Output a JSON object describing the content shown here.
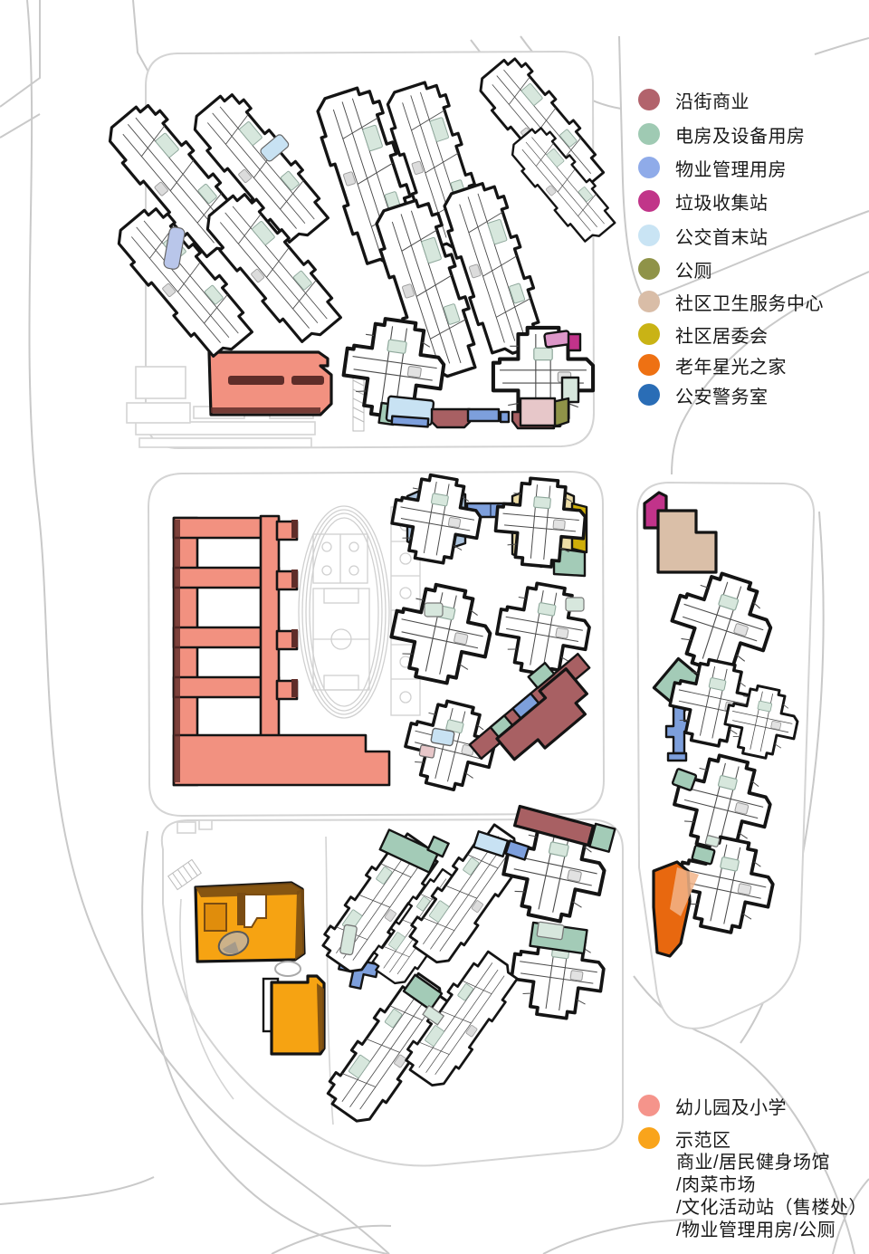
{
  "legend": {
    "items": [
      {
        "name": "street-retail",
        "label": "沿街商业",
        "color": "#b2636c"
      },
      {
        "name": "equipment-room",
        "label": "电房及设备用房",
        "color": "#9fcab3"
      },
      {
        "name": "property-mgmt",
        "label": "物业管理用房",
        "color": "#8fabe9"
      },
      {
        "name": "trash-station",
        "label": "垃圾收集站",
        "color": "#c13589"
      },
      {
        "name": "bus-terminus",
        "label": "公交首末站",
        "color": "#c9e4f4"
      },
      {
        "name": "public-toilet",
        "label": "公厕",
        "color": "#8f9348"
      },
      {
        "name": "health-center",
        "label": "社区卫生服务中心",
        "color": "#d9bda7"
      },
      {
        "name": "residents-committee",
        "label": "社区居委会",
        "color": "#c9b315"
      },
      {
        "name": "elder-home",
        "label": "老年星光之家",
        "color": "#ee7113"
      },
      {
        "name": "police-office",
        "label": "公安警务室",
        "color": "#2a6db6"
      }
    ]
  },
  "legend2": {
    "items": [
      {
        "name": "kindergarten-school",
        "label": "幼儿园及小学",
        "color": "#f5948b"
      },
      {
        "name": "demo-area",
        "label": "示范区",
        "color": "#f9a41b",
        "lines": [
          "商业/居民健身场馆",
          "/肉菜市场",
          "/文化活动站（售楼处）",
          "/物业管理用房/公厕"
        ]
      }
    ]
  },
  "colors": {
    "ink": "#141414",
    "road": "#c9c9c9",
    "block": "#d4d4d4",
    "field": "#d0d0d0",
    "retail": "#a86063",
    "equip": "#a3cbb7",
    "equip_lite": "#d7e7dd",
    "prop": "#7d9fdc",
    "trash": "#c1338a",
    "bus": "#c8e2f3",
    "toilet": "#8f9348",
    "health": "#dabfa8",
    "committee": "#cfae08",
    "elder": "#e8680f",
    "elder_lite": "#f2b488",
    "school": "#f29180",
    "school_dark": "#5f2d29",
    "demo": "#f6a312",
    "demo_dark": "#7a4c12",
    "pinkbar": "#dd97c9",
    "rose": "#e7c7c9",
    "lav": "#b9c6ea",
    "podblue": "#abc3dd",
    "podyellow": "#ecdca6",
    "tan_ell": "#cdb289"
  }
}
